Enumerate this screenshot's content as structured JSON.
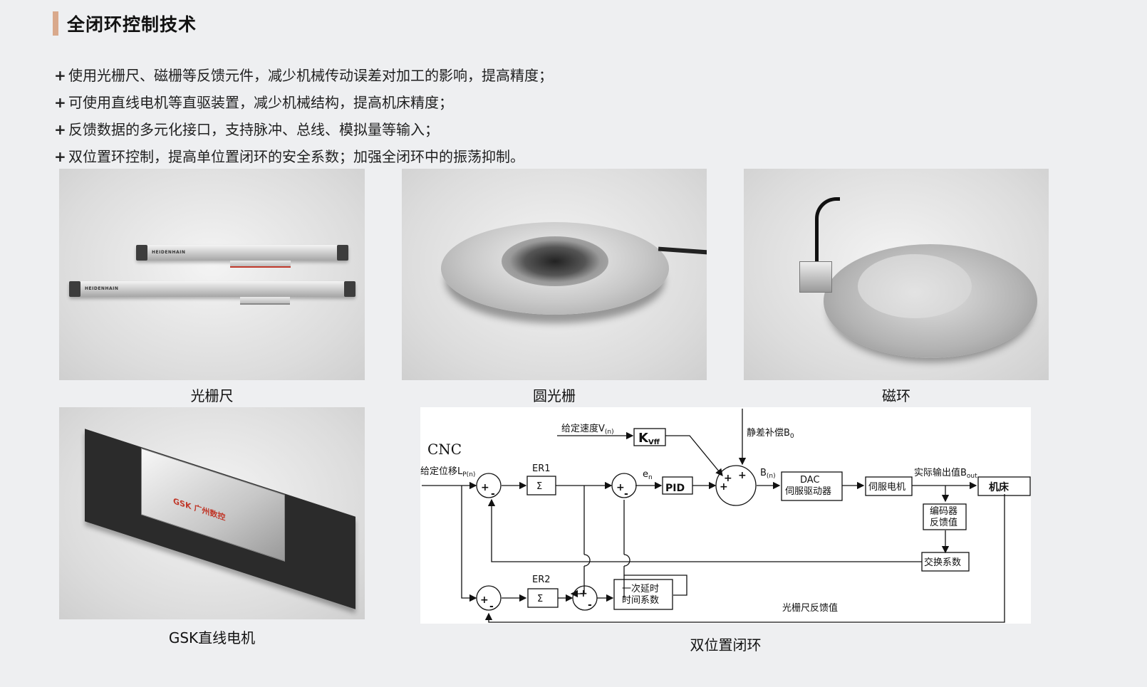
{
  "title": "全闭环控制技术",
  "bullets": [
    "使用光栅尺、磁栅等反馈元件，减少机械传动误差对加工的影响，提高精度；",
    "可使用直线电机等直驱装置，减少机械结构，提高机床精度；",
    "反馈数据的多元化接口，支持脉冲、总线、模拟量等输入；",
    "双位置环控制，提高单位置闭环的安全系数；加强全闭环中的振荡抑制。"
  ],
  "bullet_marker": "+",
  "products": {
    "grating": {
      "caption": "光栅尺",
      "brand": "HEIDENHAIN"
    },
    "circle_grating": {
      "caption": "圆光栅"
    },
    "magnetic_ring": {
      "caption": "磁环"
    },
    "linear_motor": {
      "caption": "GSK直线电机",
      "brand": "GSK",
      "brand_cn": "广州数控"
    }
  },
  "diagram": {
    "caption": "双位置闭环",
    "cnc": "CNC",
    "given_speed": "给定速度V",
    "given_speed_sub": "(n)",
    "kvff": "K",
    "kvff_sub": "Vff",
    "static_comp": "静差补偿B",
    "static_comp_sub": "0",
    "given_disp": "给定位移L",
    "given_disp_sub": "P(n)",
    "er1": "ER1",
    "er2": "ER2",
    "sigma": "Σ",
    "en": "e",
    "en_sub": "n",
    "pid": "PID",
    "bn": "B",
    "bn_sub": "(n)",
    "dac_line1": "DAC",
    "dac_line2": "伺服驱动器",
    "servo_motor": "伺服电机",
    "actual_output": "实际输出值B",
    "actual_output_sub": "out",
    "machine": "机床",
    "encoder_line1": "编码器",
    "encoder_line2": "反馈值",
    "exchange": "交换系数",
    "delay_line1": "一次延时",
    "delay_line2": "时间系数",
    "grating_feedback": "光栅尺反馈值",
    "plus": "+",
    "minus": "-"
  }
}
